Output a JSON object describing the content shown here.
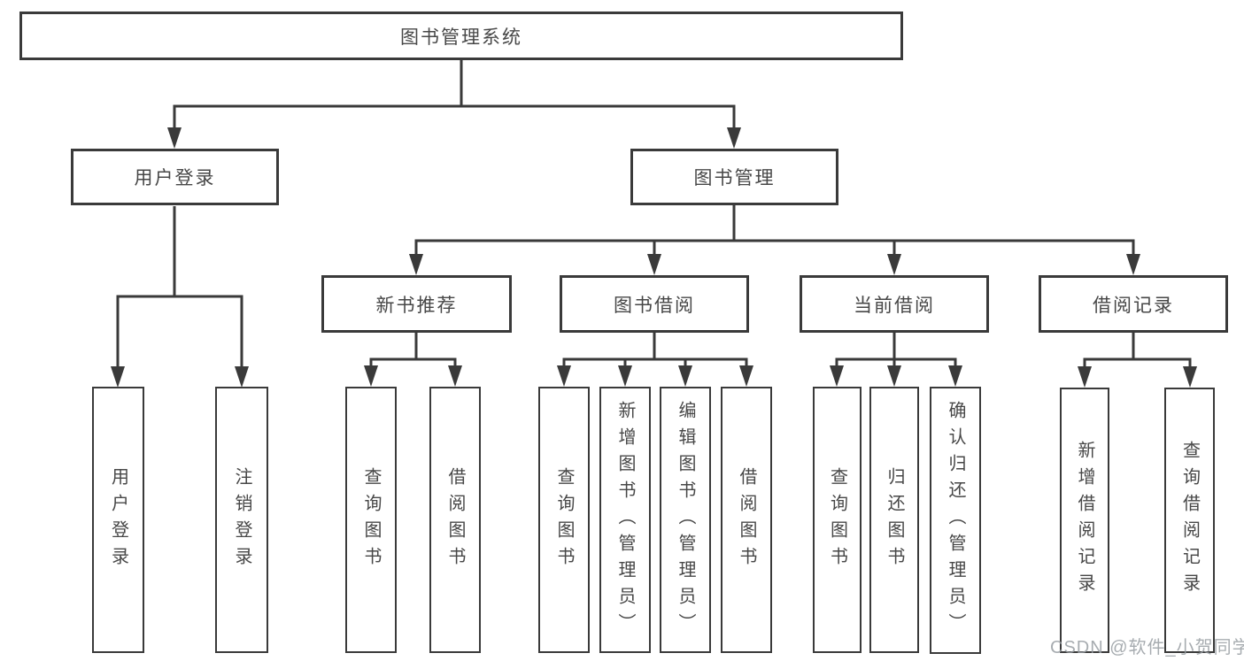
{
  "tree": {
    "label": "图书管理系统",
    "children": [
      {
        "label": "用户登录",
        "children": [
          {
            "label": "用户登录"
          },
          {
            "label": "注销登录"
          }
        ]
      },
      {
        "label": "图书管理",
        "children": [
          {
            "label": "新书推荐",
            "children": [
              {
                "label": "查询图书"
              },
              {
                "label": "借阅图书"
              }
            ]
          },
          {
            "label": "图书借阅",
            "children": [
              {
                "label": "查询图书"
              },
              {
                "label": "新增图书（管理员）"
              },
              {
                "label": "编辑图书（管理员）"
              },
              {
                "label": "借阅图书"
              }
            ]
          },
          {
            "label": "当前借阅",
            "children": [
              {
                "label": "查询图书"
              },
              {
                "label": "归还图书"
              },
              {
                "label": "确认归还（管理员）"
              }
            ]
          },
          {
            "label": "借阅记录",
            "children": [
              {
                "label": "新增借阅记录"
              },
              {
                "label": "查询借阅记录"
              }
            ]
          }
        ]
      }
    ]
  },
  "watermark": {
    "text": "CSDN @软件_小贺同学"
  },
  "colors": {
    "line": "#3a3a3a",
    "box_border": "#3a3a3a",
    "box_fill": "#ffffff",
    "text": "#474747",
    "watermark": "#989da2",
    "background": "#ffffff"
  }
}
